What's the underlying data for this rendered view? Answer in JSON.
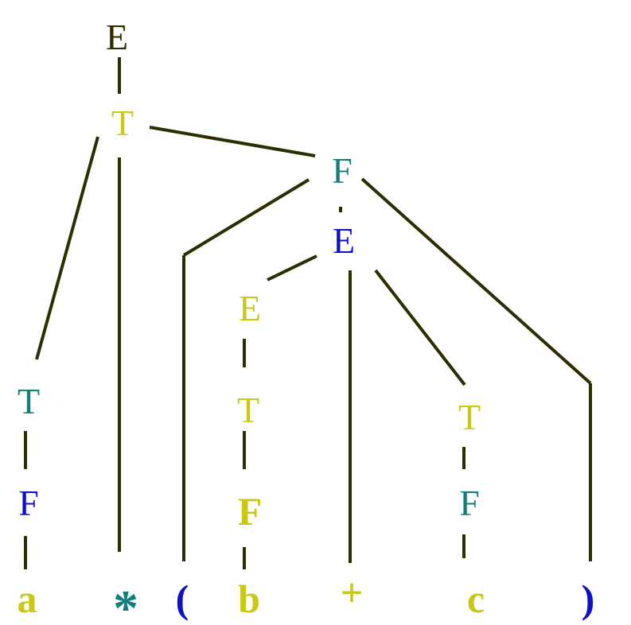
{
  "colors": {
    "edge": "#2e2d00",
    "black": "#2e2d00",
    "yellow": "#c9c814",
    "teal": "#127f7c",
    "blue": "#1010c8"
  },
  "nodes": {
    "root_e": {
      "label": "E",
      "color": "black"
    },
    "t_top": {
      "label": "T",
      "color": "yellow"
    },
    "f_top": {
      "label": "F",
      "color": "teal"
    },
    "e_inner": {
      "label": "E",
      "color": "blue"
    },
    "e_left": {
      "label": "E",
      "color": "yellow"
    },
    "t_left": {
      "label": "T",
      "color": "teal"
    },
    "f_left": {
      "label": "F",
      "color": "blue"
    },
    "t_mid": {
      "label": "T",
      "color": "yellow"
    },
    "f_mid": {
      "label": "F",
      "color": "yellow"
    },
    "t_right": {
      "label": "T",
      "color": "yellow"
    },
    "f_right": {
      "label": "F",
      "color": "teal"
    }
  },
  "terminals": {
    "a": {
      "label": "a",
      "color": "yellow"
    },
    "star": {
      "label": "*",
      "color": "teal"
    },
    "lparen": {
      "label": "(",
      "color": "blue"
    },
    "b": {
      "label": "b",
      "color": "yellow"
    },
    "plus": {
      "label": "+",
      "color": "yellow"
    },
    "c": {
      "label": "c",
      "color": "yellow"
    },
    "rparen": {
      "label": ")",
      "color": "blue"
    }
  }
}
